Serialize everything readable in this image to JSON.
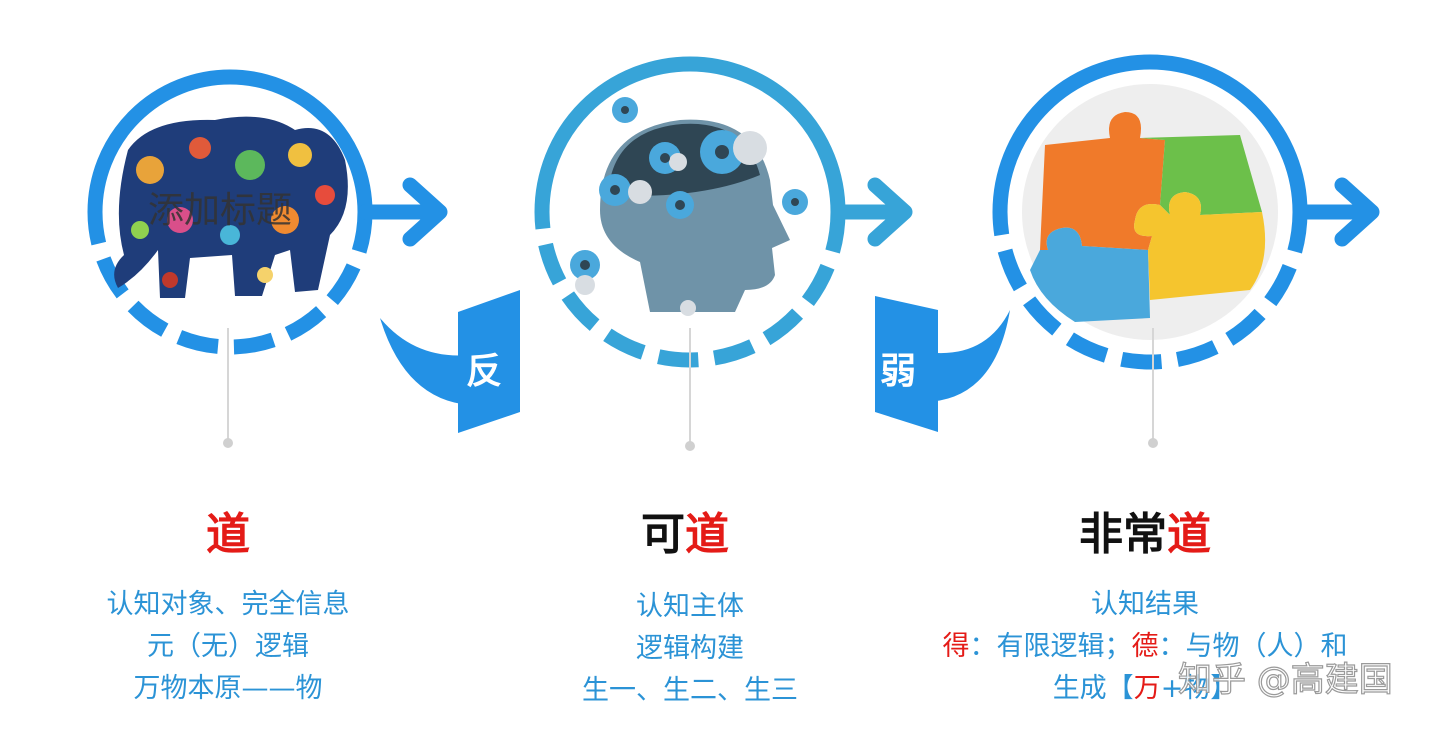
{
  "colors": {
    "ring": "#2391e5",
    "ring_alt": "#37a4d8",
    "text_blue": "#2b93d6",
    "accent_red": "#e41b17",
    "stem": "#d6d6d6"
  },
  "stages": [
    {
      "title_black": "",
      "title_red": "道",
      "desc_lines": [
        "认知对象、完全信息",
        "元（无）逻辑",
        "万物本原——物"
      ],
      "image_overlay": "添加标题",
      "icon": "patterned-elephant"
    },
    {
      "title_black": "可",
      "title_red": "道",
      "desc_lines": [
        "认知主体",
        "逻辑构建",
        "生一、生二、生三"
      ],
      "icon": "head-with-gears"
    },
    {
      "title_black": "非常",
      "title_red": "道",
      "desc_first": "认知结果",
      "desc_rich": {
        "line2": {
          "red_a": "得",
          "blue_a": "：有限逻辑；",
          "red_b": "德",
          "blue_b": "：与物（人）和"
        },
        "line3": {
          "blue_a": "生成【",
          "red_a": "万",
          "blue_b": "+物】"
        }
      },
      "icon": "jigsaw-puzzle"
    }
  ],
  "connectors": [
    "反",
    "弱"
  ],
  "watermark": "知乎 @高建国"
}
